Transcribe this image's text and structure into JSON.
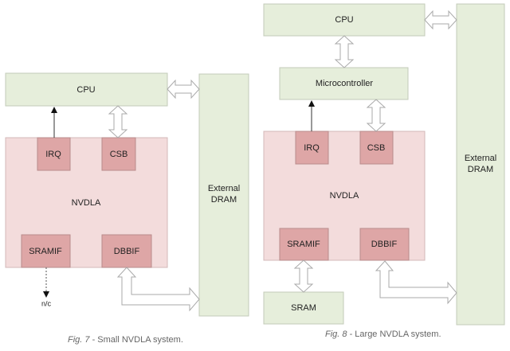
{
  "small": {
    "cpu": "CPU",
    "nvdla": "NVDLA",
    "irq": "IRQ",
    "csb": "CSB",
    "sramif": "SRAMIF",
    "dbbif": "DBBIF",
    "dram_line1": "External",
    "dram_line2": "DRAM",
    "nc": "n/c",
    "caption_fig": "Fig. 7",
    "caption_text": " - Small NVDLA system."
  },
  "large": {
    "cpu": "CPU",
    "micro": "Microcontroller",
    "nvdla": "NVDLA",
    "irq": "IRQ",
    "csb": "CSB",
    "sramif": "SRAMIF",
    "dbbif": "DBBIF",
    "sram": "SRAM",
    "dram_line1": "External",
    "dram_line2": "DRAM",
    "caption_fig": "Fig. 8",
    "caption_text": " - Large NVDLA system."
  }
}
